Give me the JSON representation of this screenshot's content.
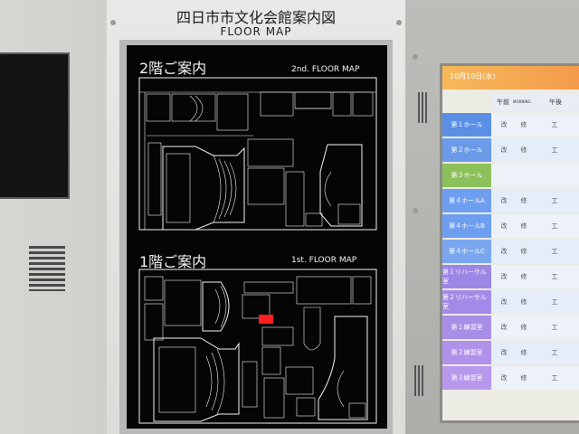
{
  "directory_sign": {
    "title": "四日市市文化会館案内図",
    "subtitle": "FLOOR MAP"
  },
  "floor_map": {
    "floor2": {
      "label_jp": "2階ご案内",
      "label_en": "2nd. FLOOR MAP"
    },
    "floor1": {
      "label_jp": "1階ご案内",
      "label_en": "1st. FLOOR MAP"
    },
    "current_location_color": "#ff2020",
    "line_color": "#f2f2f2"
  },
  "schedule_screen": {
    "date": "10月10日(水)",
    "columns": {
      "am": "午前",
      "am_en": "MORNING",
      "pm": "午後"
    },
    "rows": [
      {
        "hall": "第１ホール",
        "am": "改",
        "am2": "修",
        "pm": "工",
        "color": "#5b8fe6"
      },
      {
        "hall": "第２ホール",
        "am": "改",
        "am2": "修",
        "pm": "工",
        "color": "#6b9be8"
      },
      {
        "hall": "第３ホール",
        "am": "",
        "am2": "",
        "pm": "",
        "color": "#8cc05a"
      },
      {
        "hall": "第４ホールA",
        "am": "改",
        "am2": "修",
        "pm": "工",
        "color": "#6e9ef0"
      },
      {
        "hall": "第４ホールB",
        "am": "改",
        "am2": "修",
        "pm": "工",
        "color": "#6e9ef0"
      },
      {
        "hall": "第４ホールC",
        "am": "改",
        "am2": "修",
        "pm": "工",
        "color": "#7aa6f0"
      },
      {
        "hall": "第１リハーサル室",
        "am": "改",
        "am2": "修",
        "pm": "工",
        "color": "#9c86e6"
      },
      {
        "hall": "第２リハーサル室",
        "am": "改",
        "am2": "修",
        "pm": "工",
        "color": "#a48ae8"
      },
      {
        "hall": "第１練習室",
        "am": "改",
        "am2": "修",
        "pm": "工",
        "color": "#a98ee8"
      },
      {
        "hall": "第２練習室",
        "am": "改",
        "am2": "修",
        "pm": "工",
        "color": "#b092ea"
      },
      {
        "hall": "第３練習室",
        "am": "改",
        "am2": "修",
        "pm": "工",
        "color": "#b898ec"
      }
    ]
  }
}
